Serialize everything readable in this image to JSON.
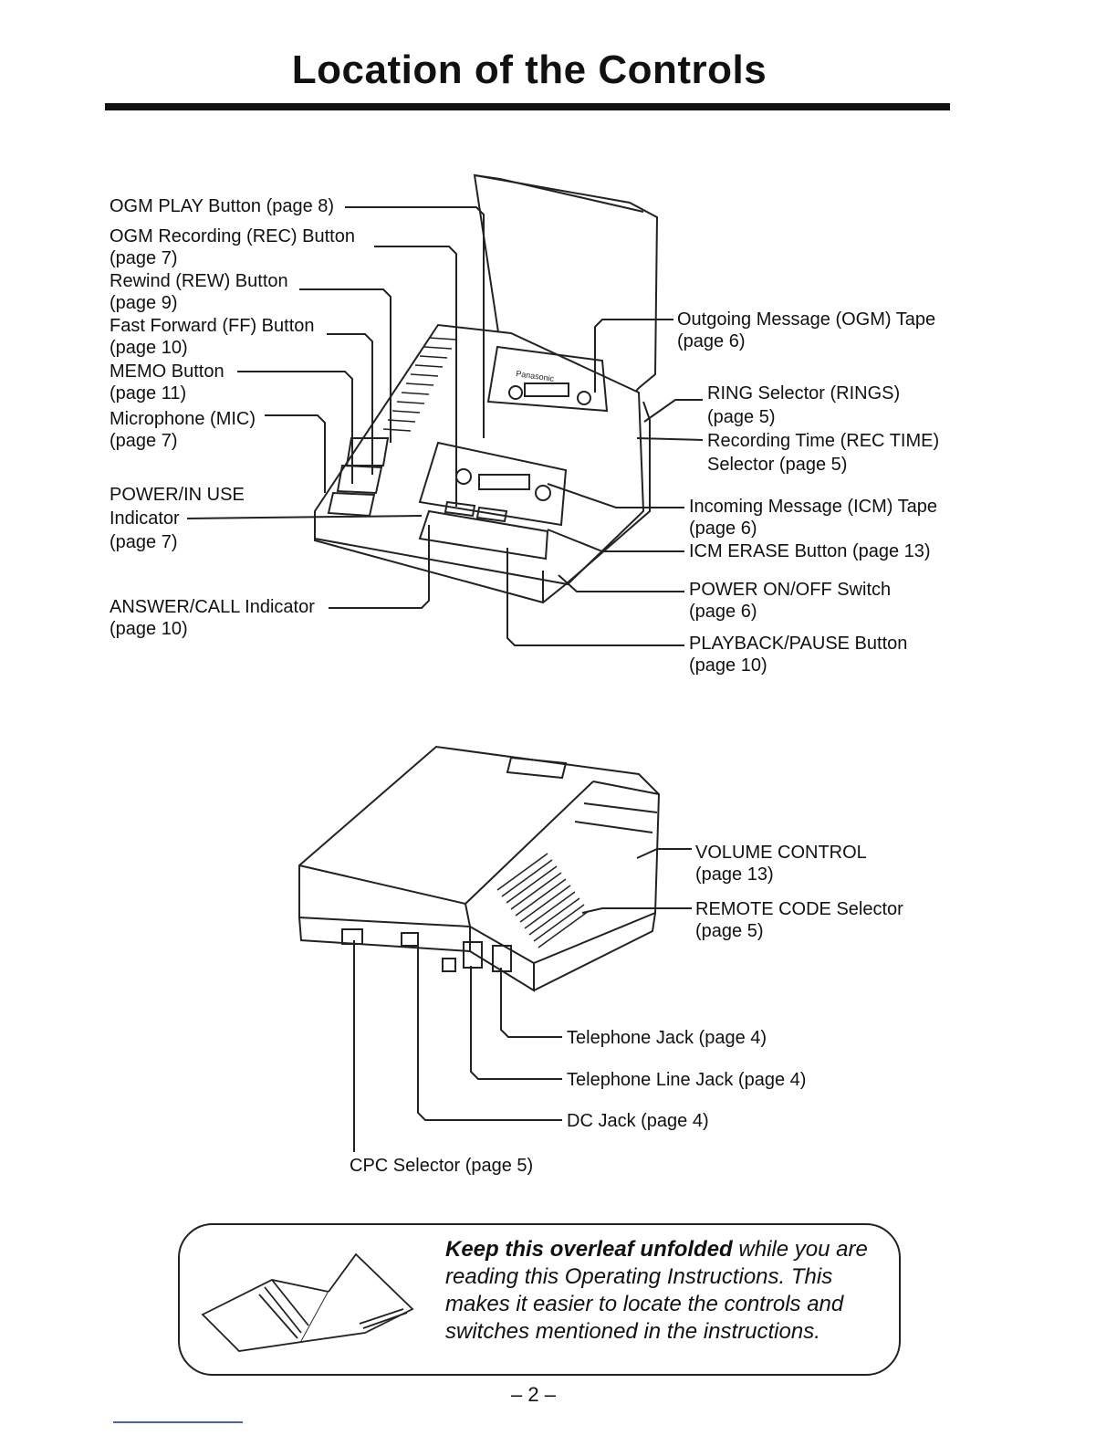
{
  "title": "Location of the Controls",
  "top_left_labels": {
    "ogm_play": {
      "line1": "OGM PLAY Button (page 8)"
    },
    "ogm_rec": {
      "line1": "OGM Recording (REC) Button",
      "line2": "(page 7)"
    },
    "rew": {
      "line1": "Rewind (REW) Button",
      "line2": "(page 9)"
    },
    "ff": {
      "line1": "Fast Forward (FF) Button",
      "line2": "(page 10)"
    },
    "memo": {
      "line1": "MEMO Button",
      "line2": "(page 11)"
    },
    "mic": {
      "line1": "Microphone (MIC)",
      "line2": "(page 7)"
    },
    "power_in_use": {
      "line1": "POWER/IN USE",
      "line2": "Indicator",
      "line3": "(page 7)"
    },
    "answer_call": {
      "line1": "ANSWER/CALL Indicator",
      "line2": "(page 10)"
    }
  },
  "top_right_labels": {
    "ogm_tape": {
      "line1": "Outgoing Message (OGM) Tape",
      "line2": "(page 6)"
    },
    "ring": {
      "line1": "RING Selector (RINGS)",
      "line2": "(page 5)"
    },
    "rec_time": {
      "line1": "Recording Time (REC TIME)",
      "line2": "Selector (page 5)"
    },
    "icm_tape": {
      "line1": "Incoming Message (ICM) Tape",
      "line2": "(page 6)"
    },
    "icm_erase": {
      "line1": "ICM ERASE Button (page 13)"
    },
    "power_switch": {
      "line1": "POWER ON/OFF Switch",
      "line2": "(page 6)"
    },
    "playback": {
      "line1": "PLAYBACK/PAUSE Button",
      "line2": "(page 10)"
    }
  },
  "bottom_labels": {
    "volume": {
      "line1": "VOLUME CONTROL",
      "line2": "(page 13)"
    },
    "remote": {
      "line1": "REMOTE CODE Selector",
      "line2": "(page 5)"
    },
    "tel_jack": "Telephone Jack (page 4)",
    "tel_line": "Telephone Line Jack (page 4)",
    "dc_jack": "DC Jack (page 4)",
    "cpc": "CPC Selector (page 5)"
  },
  "device_text": {
    "brand": "Panasonic"
  },
  "note": {
    "bold": "Keep this overleaf unfolded",
    "rest": " while you are reading this Operating Instructions. This makes it easier to locate the controls and switches mentioned in the instructions."
  },
  "page_number": "– 2 –"
}
